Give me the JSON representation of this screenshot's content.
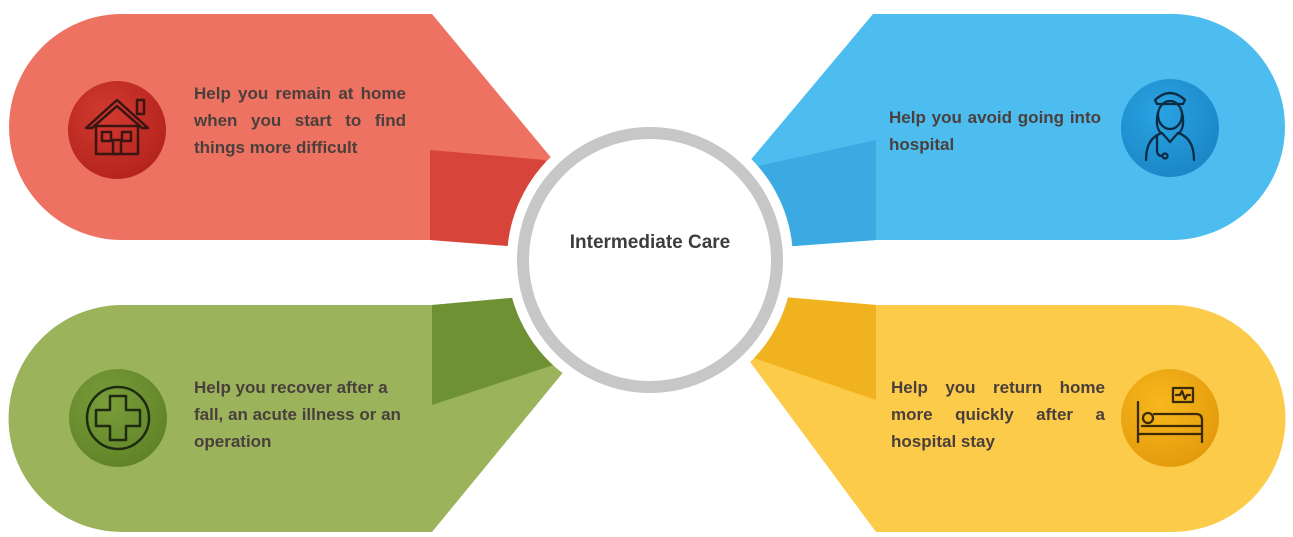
{
  "center": {
    "title": "Intermediate Care"
  },
  "cards": {
    "home": {
      "text": "Help you remain at home when you start to find things more difficult",
      "icon": "house-icon",
      "color": "#EE7262"
    },
    "hospital": {
      "text": "Help you avoid going into hospital",
      "icon": "nurse-icon",
      "color": "#4DBDF0"
    },
    "recover": {
      "text": "Help you recover after a fall, an acute illness or an operation",
      "icon": "medical-cross-icon",
      "color": "#9BB45C"
    },
    "return": {
      "text": "Help you return home more quickly after a hospital stay",
      "icon": "hospital-bed-icon",
      "color": "#FCCB4A"
    }
  }
}
